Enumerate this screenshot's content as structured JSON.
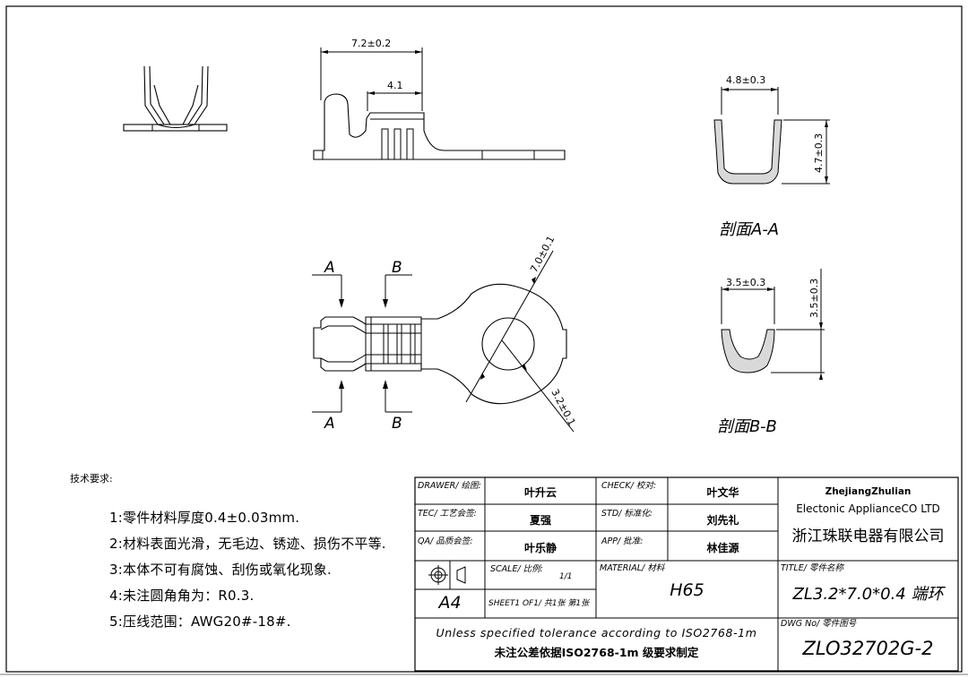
{
  "dims": {
    "top_width": "7.2±0.2",
    "top_inner": "4.1",
    "aa_width": "4.8±0.3",
    "aa_height": "4.7±0.3",
    "bb_width": "3.5±0.3",
    "bb_height": "3.5±0.3",
    "ring_outer": "7.0±0.1",
    "ring_hole": "3.2±0.1"
  },
  "sections": {
    "a_label": "A",
    "b_label": "B",
    "aa_title": "剖面A-A",
    "bb_title": "剖面B-B"
  },
  "notes": {
    "heading": "技术要求:",
    "items": [
      "1:零件材料厚度0.4±0.03mm.",
      "2:材料表面光滑，无毛边、锈迹、损伤不平等.",
      "3:本体不可有腐蚀、刮伤或氧化现象.",
      "4:未注圆角角为：R0.3.",
      "5:压线范围：AWG20#-18#."
    ]
  },
  "titleblock": {
    "drawer_label": "DRAWER/ 绘图:",
    "drawer": "叶升云",
    "check_label": "CHECK/ 校对:",
    "check": "叶文华",
    "tec_label": "TEC/ 工艺会签:",
    "tec": "夏强",
    "std_label": "STD/ 标准化:",
    "std": "刘先礼",
    "qa_label": "QA/ 品质会签:",
    "qa": "叶乐静",
    "app_label": "APP/ 批准:",
    "app": "林佳源",
    "company_en_1": "ZhejiangZhulian",
    "company_en_2": "Electonic ApplianceCO LTD",
    "company_cn": "浙江珠联电器有限公司",
    "scale_label": "SCALE/ 比例:",
    "scale": "1/1",
    "size": "A4",
    "sheet": "SHEET1 OF1/ 共1张 第1张",
    "material_label": "MATERIAL/ 材料",
    "material": "H65",
    "title_label": "TITLE/ 零件名称",
    "title": "ZL3.2*7.0*0.4 端环",
    "tolerance_en": "Unless specified tolerance according to ISO2768-1m",
    "tolerance_cn": "未注公差依据ISO2768-1m 级要求制定",
    "dwg_label": "DWG No/ 零件图号",
    "dwg": "ZLO32702G-2"
  }
}
